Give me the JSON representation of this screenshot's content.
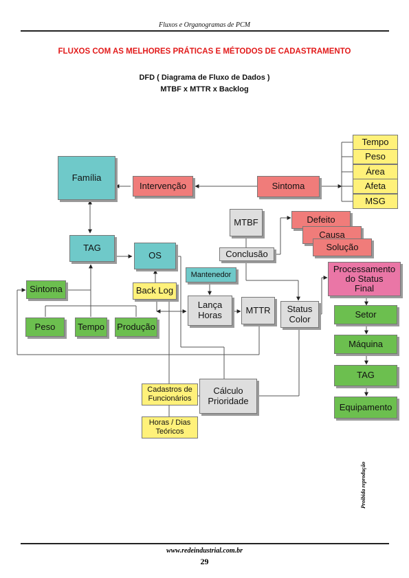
{
  "header": {
    "title": "Fluxos e Organogramas de PCM"
  },
  "heading": {
    "main": "FLUXOS COM AS MELHORES  PRÁTICAS E MÉTODOS DE CADASTRAMENTO",
    "line1": "DFD ( Diagrama de Fluxo de Dados )",
    "line2": "MTBF x MTTR x Backlog"
  },
  "diagram": {
    "familia": "Família",
    "intervencao": "Intervenção",
    "sintoma_top": "Sintoma",
    "sintoma_list": [
      "Tempo",
      "Peso",
      "Área",
      "Afeta",
      "MSG"
    ],
    "tag": "TAG",
    "os": "OS",
    "mtbf": "MTBF",
    "conclusao": "Conclusão",
    "defeito": "Defeito",
    "causa": "Causa",
    "solucao": "Solução",
    "sintoma_left": "Sintoma",
    "peso": "Peso",
    "tempo": "Tempo",
    "producao": "Produção",
    "backlog": "Back Log",
    "mantenedor": "Mantenedor",
    "lanca_horas": "Lança\nHoras",
    "mttr": "MTTR",
    "status_color": "Status\nColor",
    "processamento": "Processamento\ndo Status\nFinal",
    "setor": "Setor",
    "maquina": "Máquina",
    "tag2": "TAG",
    "equipamento": "Equipamento",
    "cadastros": "Cadastros de\nFuncionários",
    "horas_dias": "Horas / Dias\nTeóricos",
    "calculo": "Cálculo\nPrioridade"
  },
  "footer": {
    "site": "www.redeindustrial.com.br",
    "page": "29",
    "side": "Proibida reprodução"
  }
}
